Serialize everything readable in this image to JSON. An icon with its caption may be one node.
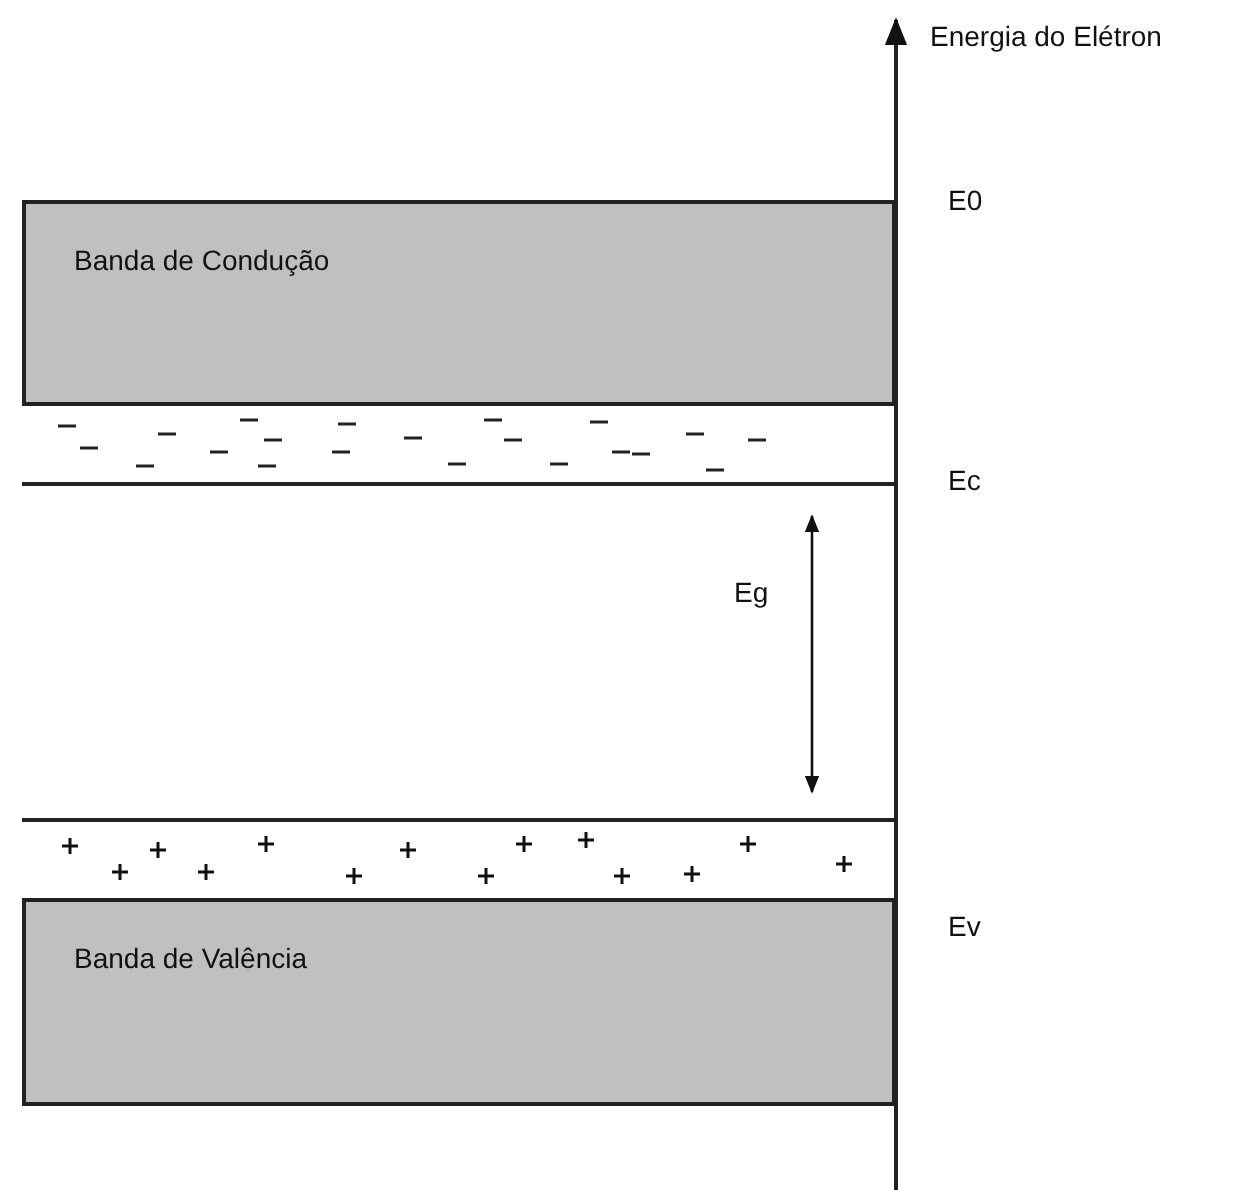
{
  "diagram": {
    "nodes": [
      {
        "text": [
          "Banda de Condução"
        ]
      },
      {
        "text": [
          "Banda de Valência"
        ]
      }
    ],
    "labels": [
      "Energia do Elétron",
      "E0",
      "Ec",
      "Eg",
      "Ev"
    ]
  }
}
